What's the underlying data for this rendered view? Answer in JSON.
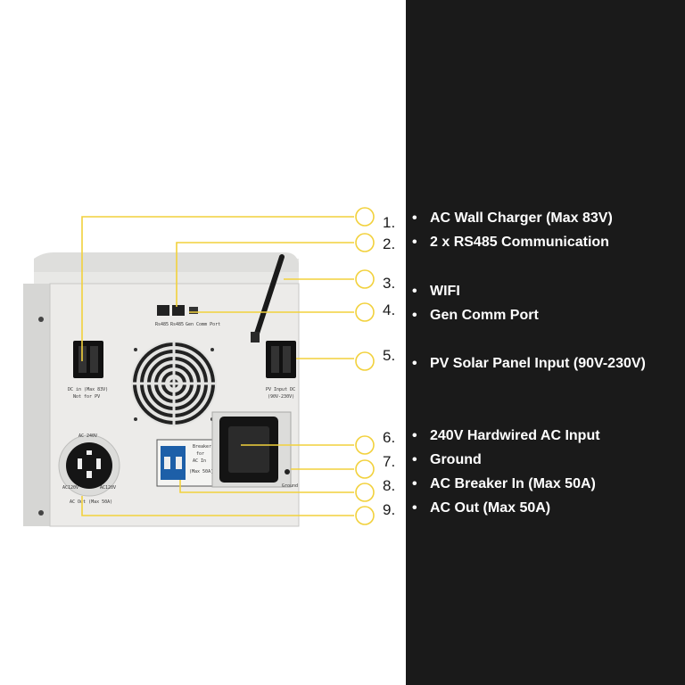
{
  "device": {
    "labels": {
      "rs485_a": "Rs485",
      "rs485_b": "Rs485",
      "gen_comm": "Gen Comm Port",
      "dc_in_1": "DC in (Max 83V)",
      "dc_in_2": "Not for PV",
      "pv_1": "PV Input DC",
      "pv_2": "(90V-230V)",
      "ac_socket_top": "AC 240V",
      "ac_socket_left": "AC120V",
      "ac_socket_right": "AC120V",
      "ac_out": "AC Out (Max 50A)",
      "breaker_1": "Breaker",
      "breaker_2": "for",
      "breaker_3": "AC In",
      "breaker_4": "(Max 50A)",
      "ground": "Ground"
    }
  },
  "callouts": [
    {
      "number": "1.",
      "label": "AC Wall Charger (Max 83V)"
    },
    {
      "number": "2.",
      "label": "2 x RS485 Communication"
    },
    {
      "number": "3.",
      "label": "WIFI"
    },
    {
      "number": "4.",
      "label": "Gen Comm Port"
    },
    {
      "number": "5.",
      "label": "PV Solar Panel Input (90V-230V)"
    },
    {
      "number": "6.",
      "label": "240V Hardwired AC Input"
    },
    {
      "number": "7.",
      "label": "Ground"
    },
    {
      "number": "8.",
      "label": "AC Breaker In (Max 50A)"
    },
    {
      "number": "9.",
      "label": "AC Out (Max 50A)"
    }
  ],
  "bullet": "•",
  "colors": {
    "callout_line": "#f2d13c",
    "panel_bg": "#1a1a1a",
    "text_on_panel": "#ffffff"
  }
}
